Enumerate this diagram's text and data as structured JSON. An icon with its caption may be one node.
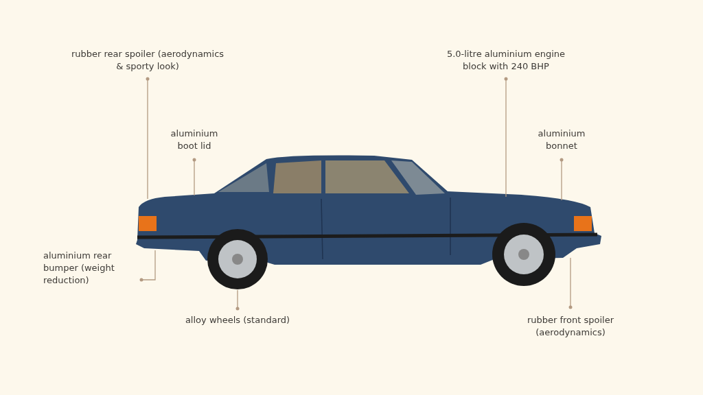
{
  "diagram": {
    "nodes": [
      {
        "text": [
          "rubber rear spoiler (aerodynamics & sporty look)"
        ]
      },
      {
        "text": [
          "5.0-litre aluminium engine block with 240 BHP"
        ]
      },
      {
        "text": [
          "aluminium boot lid"
        ]
      },
      {
        "text": [
          "aluminium bonnet"
        ]
      },
      {
        "text": [
          "aluminium rear bumper (weight reduction)"
        ]
      },
      {
        "text": [
          "alloy wheels (standard)"
        ]
      },
      {
        "text": [
          "rubber front spoiler (aerodynamics)"
        ]
      }
    ],
    "edges": [
      {
        "from": 0,
        "to": null,
        "arrow": "other"
      },
      {
        "from": 1,
        "to": null,
        "arrow": "other"
      },
      {
        "from": 2,
        "to": null,
        "arrow": "other"
      },
      {
        "from": 3,
        "to": null,
        "arrow": "other"
      },
      {
        "from": 4,
        "to": null,
        "arrow": "other"
      },
      {
        "from": 5,
        "to": null,
        "arrow": "other"
      },
      {
        "from": 6,
        "to": null,
        "arrow": "other"
      }
    ]
  }
}
